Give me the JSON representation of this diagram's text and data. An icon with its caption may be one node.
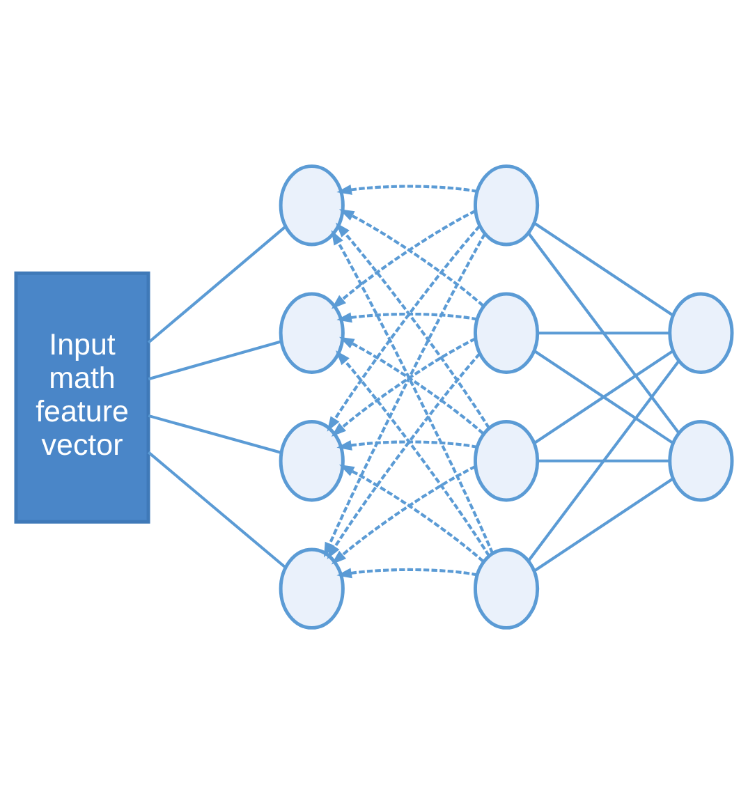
{
  "diagram": {
    "nodes": [
      {
        "text": [
          "Input math feature vector"
        ]
      },
      {
        "text": [],
        "shape": "circle"
      },
      {
        "text": [],
        "shape": "circle"
      },
      {
        "text": [],
        "shape": "circle"
      },
      {
        "text": [],
        "shape": "circle"
      },
      {
        "text": [],
        "shape": "circle"
      },
      {
        "text": [],
        "shape": "circle"
      },
      {
        "text": [],
        "shape": "circle"
      },
      {
        "text": [],
        "shape": "circle"
      },
      {
        "text": [],
        "shape": "circle"
      },
      {
        "text": [],
        "shape": "circle"
      }
    ],
    "edges": [
      {
        "from": 0,
        "to": 1,
        "arrow": "none"
      },
      {
        "from": 0,
        "to": 2,
        "arrow": "none"
      },
      {
        "from": 0,
        "to": 3,
        "arrow": "none"
      },
      {
        "from": 0,
        "to": 4,
        "arrow": "none"
      },
      {
        "from": 5,
        "to": 1,
        "arrow": "to",
        "style": "dashed"
      },
      {
        "from": 5,
        "to": 2,
        "arrow": "to",
        "style": "dashed"
      },
      {
        "from": 5,
        "to": 3,
        "arrow": "to",
        "style": "dashed"
      },
      {
        "from": 5,
        "to": 4,
        "arrow": "to",
        "style": "dashed"
      },
      {
        "from": 6,
        "to": 1,
        "arrow": "to",
        "style": "dashed"
      },
      {
        "from": 6,
        "to": 2,
        "arrow": "to",
        "style": "dashed"
      },
      {
        "from": 6,
        "to": 3,
        "arrow": "to",
        "style": "dashed"
      },
      {
        "from": 6,
        "to": 4,
        "arrow": "to",
        "style": "dashed"
      },
      {
        "from": 7,
        "to": 1,
        "arrow": "to",
        "style": "dashed"
      },
      {
        "from": 7,
        "to": 2,
        "arrow": "to",
        "style": "dashed"
      },
      {
        "from": 7,
        "to": 3,
        "arrow": "to",
        "style": "dashed"
      },
      {
        "from": 7,
        "to": 4,
        "arrow": "to",
        "style": "dashed"
      },
      {
        "from": 8,
        "to": 1,
        "arrow": "to",
        "style": "dashed"
      },
      {
        "from": 8,
        "to": 2,
        "arrow": "to",
        "style": "dashed"
      },
      {
        "from": 8,
        "to": 3,
        "arrow": "to",
        "style": "dashed"
      },
      {
        "from": 8,
        "to": 4,
        "arrow": "to",
        "style": "dashed"
      },
      {
        "from": 5,
        "to": 9,
        "arrow": "none"
      },
      {
        "from": 5,
        "to": 10,
        "arrow": "none"
      },
      {
        "from": 6,
        "to": 9,
        "arrow": "none"
      },
      {
        "from": 6,
        "to": 10,
        "arrow": "none"
      },
      {
        "from": 7,
        "to": 9,
        "arrow": "none"
      },
      {
        "from": 7,
        "to": 10,
        "arrow": "none"
      },
      {
        "from": 8,
        "to": 9,
        "arrow": "none"
      },
      {
        "from": 8,
        "to": 10,
        "arrow": "none"
      }
    ]
  }
}
